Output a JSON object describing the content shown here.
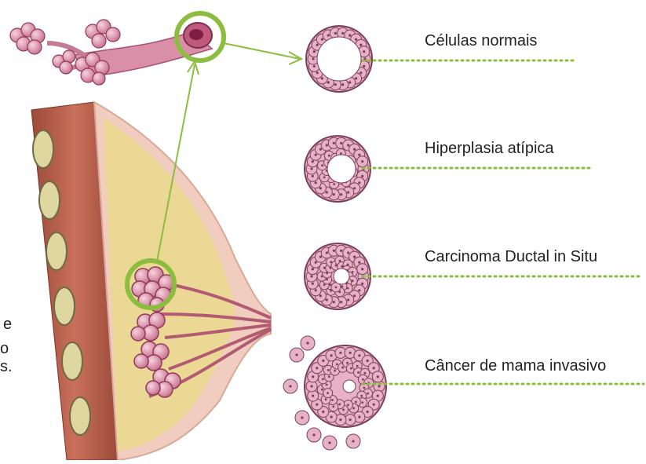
{
  "colors": {
    "accent_green": "#8cbd3f",
    "tissue_pink": "#d98fa8",
    "cell_fill": "#e7b1c6",
    "cell_border": "#7b3f5a",
    "muscle": "#b85f4a",
    "fat": "#ead98c",
    "skin": "#f2d2c4"
  },
  "stages": [
    {
      "label": "Células normais",
      "icon": "normal-duct-icon"
    },
    {
      "label": "Hiperplasia atípica",
      "icon": "atypical-hyperplasia-icon"
    },
    {
      "label": "Carcinoma Ductal in Situ",
      "icon": "dcis-icon"
    },
    {
      "label": "Câncer de mama invasivo",
      "icon": "invasive-cancer-icon"
    }
  ],
  "left_fragments": [
    "e",
    "o",
    "s."
  ]
}
